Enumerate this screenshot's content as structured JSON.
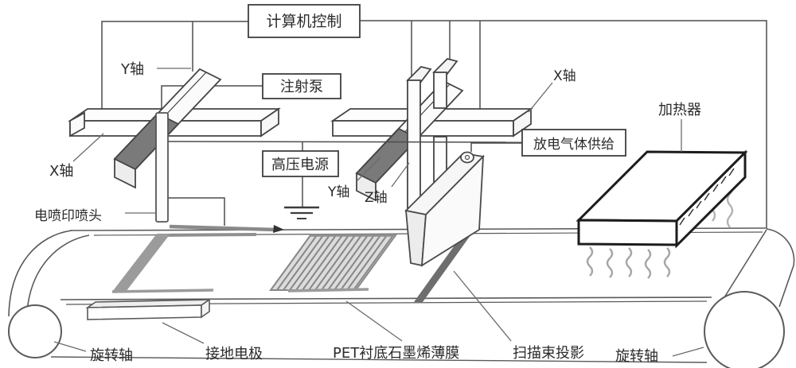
{
  "diagram": {
    "control_boxes": {
      "computer_control": "计算机控制",
      "injection_pump": "注射泵",
      "hv_power_supply": "高压电源",
      "discharge_gas_supply": "放电气体供给"
    },
    "part_labels": {
      "y_axis_left": "Y轴",
      "x_axis_left": "X轴",
      "espray_print_head": "电喷印喷头",
      "y_axis_mid": "Y轴",
      "z_axis": "Z轴",
      "x_axis_right": "X轴",
      "heater": "加热器",
      "rotating_shaft_left": "旋转轴",
      "ground_electrode": "接地电极",
      "pet_graphene_film": "PET衬底石墨烯薄膜",
      "scan_beam_projection": "扫描束投影",
      "rotating_shaft_right": "旋转轴"
    },
    "colors": {
      "line": "#4d4d4d",
      "heavy_line": "#1c1c1c",
      "shade": "#7a7a7a",
      "beam_band": "#6e6e6e",
      "background": "#ffffff"
    }
  }
}
